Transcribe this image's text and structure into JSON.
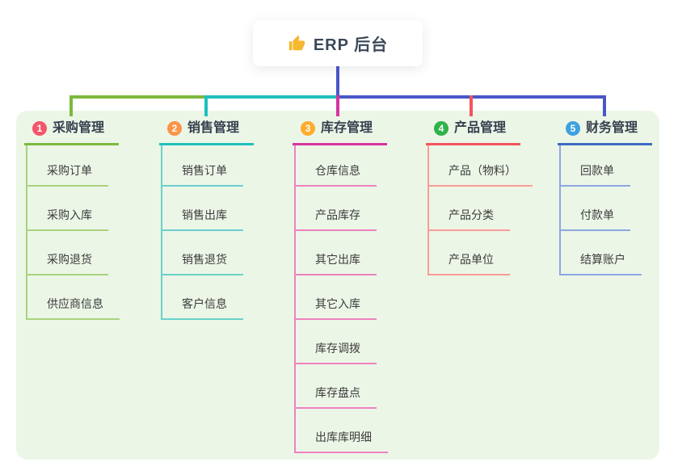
{
  "root": {
    "title": "ERP 后台",
    "icon": "thumbs-up-icon"
  },
  "colors": {
    "connector": "#4a57c8",
    "panel_bg": "#ecf6e7",
    "root_text": "#3c4858",
    "branch_text": "#37414f",
    "node_text": "#3c3c3c",
    "card_bg": "#ffffff"
  },
  "branches": [
    {
      "badge": "1",
      "label": "采购管理",
      "colors": {
        "badge": "#f4566b",
        "main": "#7cb93d",
        "light": "#a9d37e"
      },
      "children": [
        "采购订单",
        "采购入库",
        "采购退货",
        "供应商信息"
      ]
    },
    {
      "badge": "2",
      "label": "销售管理",
      "colors": {
        "badge": "#fb9447",
        "main": "#1fc0bd",
        "light": "#6ad1cb"
      },
      "children": [
        "销售订单",
        "销售出库",
        "销售退货",
        "客户信息"
      ]
    },
    {
      "badge": "3",
      "label": "库存管理",
      "colors": {
        "badge": "#ffab2e",
        "main": "#d6359f",
        "light": "#ee82c0"
      },
      "children": [
        "仓库信息",
        "产品库存",
        "其它出库",
        "其它入库",
        "库存调拨",
        "库存盘点",
        "出库库明细"
      ]
    },
    {
      "badge": "4",
      "label": "产品管理",
      "colors": {
        "badge": "#2fb34b",
        "main": "#f2555c",
        "light": "#f89d97"
      },
      "children": [
        "产品（物料）",
        "产品分类",
        "产品单位"
      ]
    },
    {
      "badge": "5",
      "label": "财务管理",
      "colors": {
        "badge": "#3da2df",
        "main": "#3e6bc4",
        "light": "#8ca8e0"
      },
      "children": [
        "回款单",
        "付款单",
        "结算账户"
      ]
    }
  ]
}
